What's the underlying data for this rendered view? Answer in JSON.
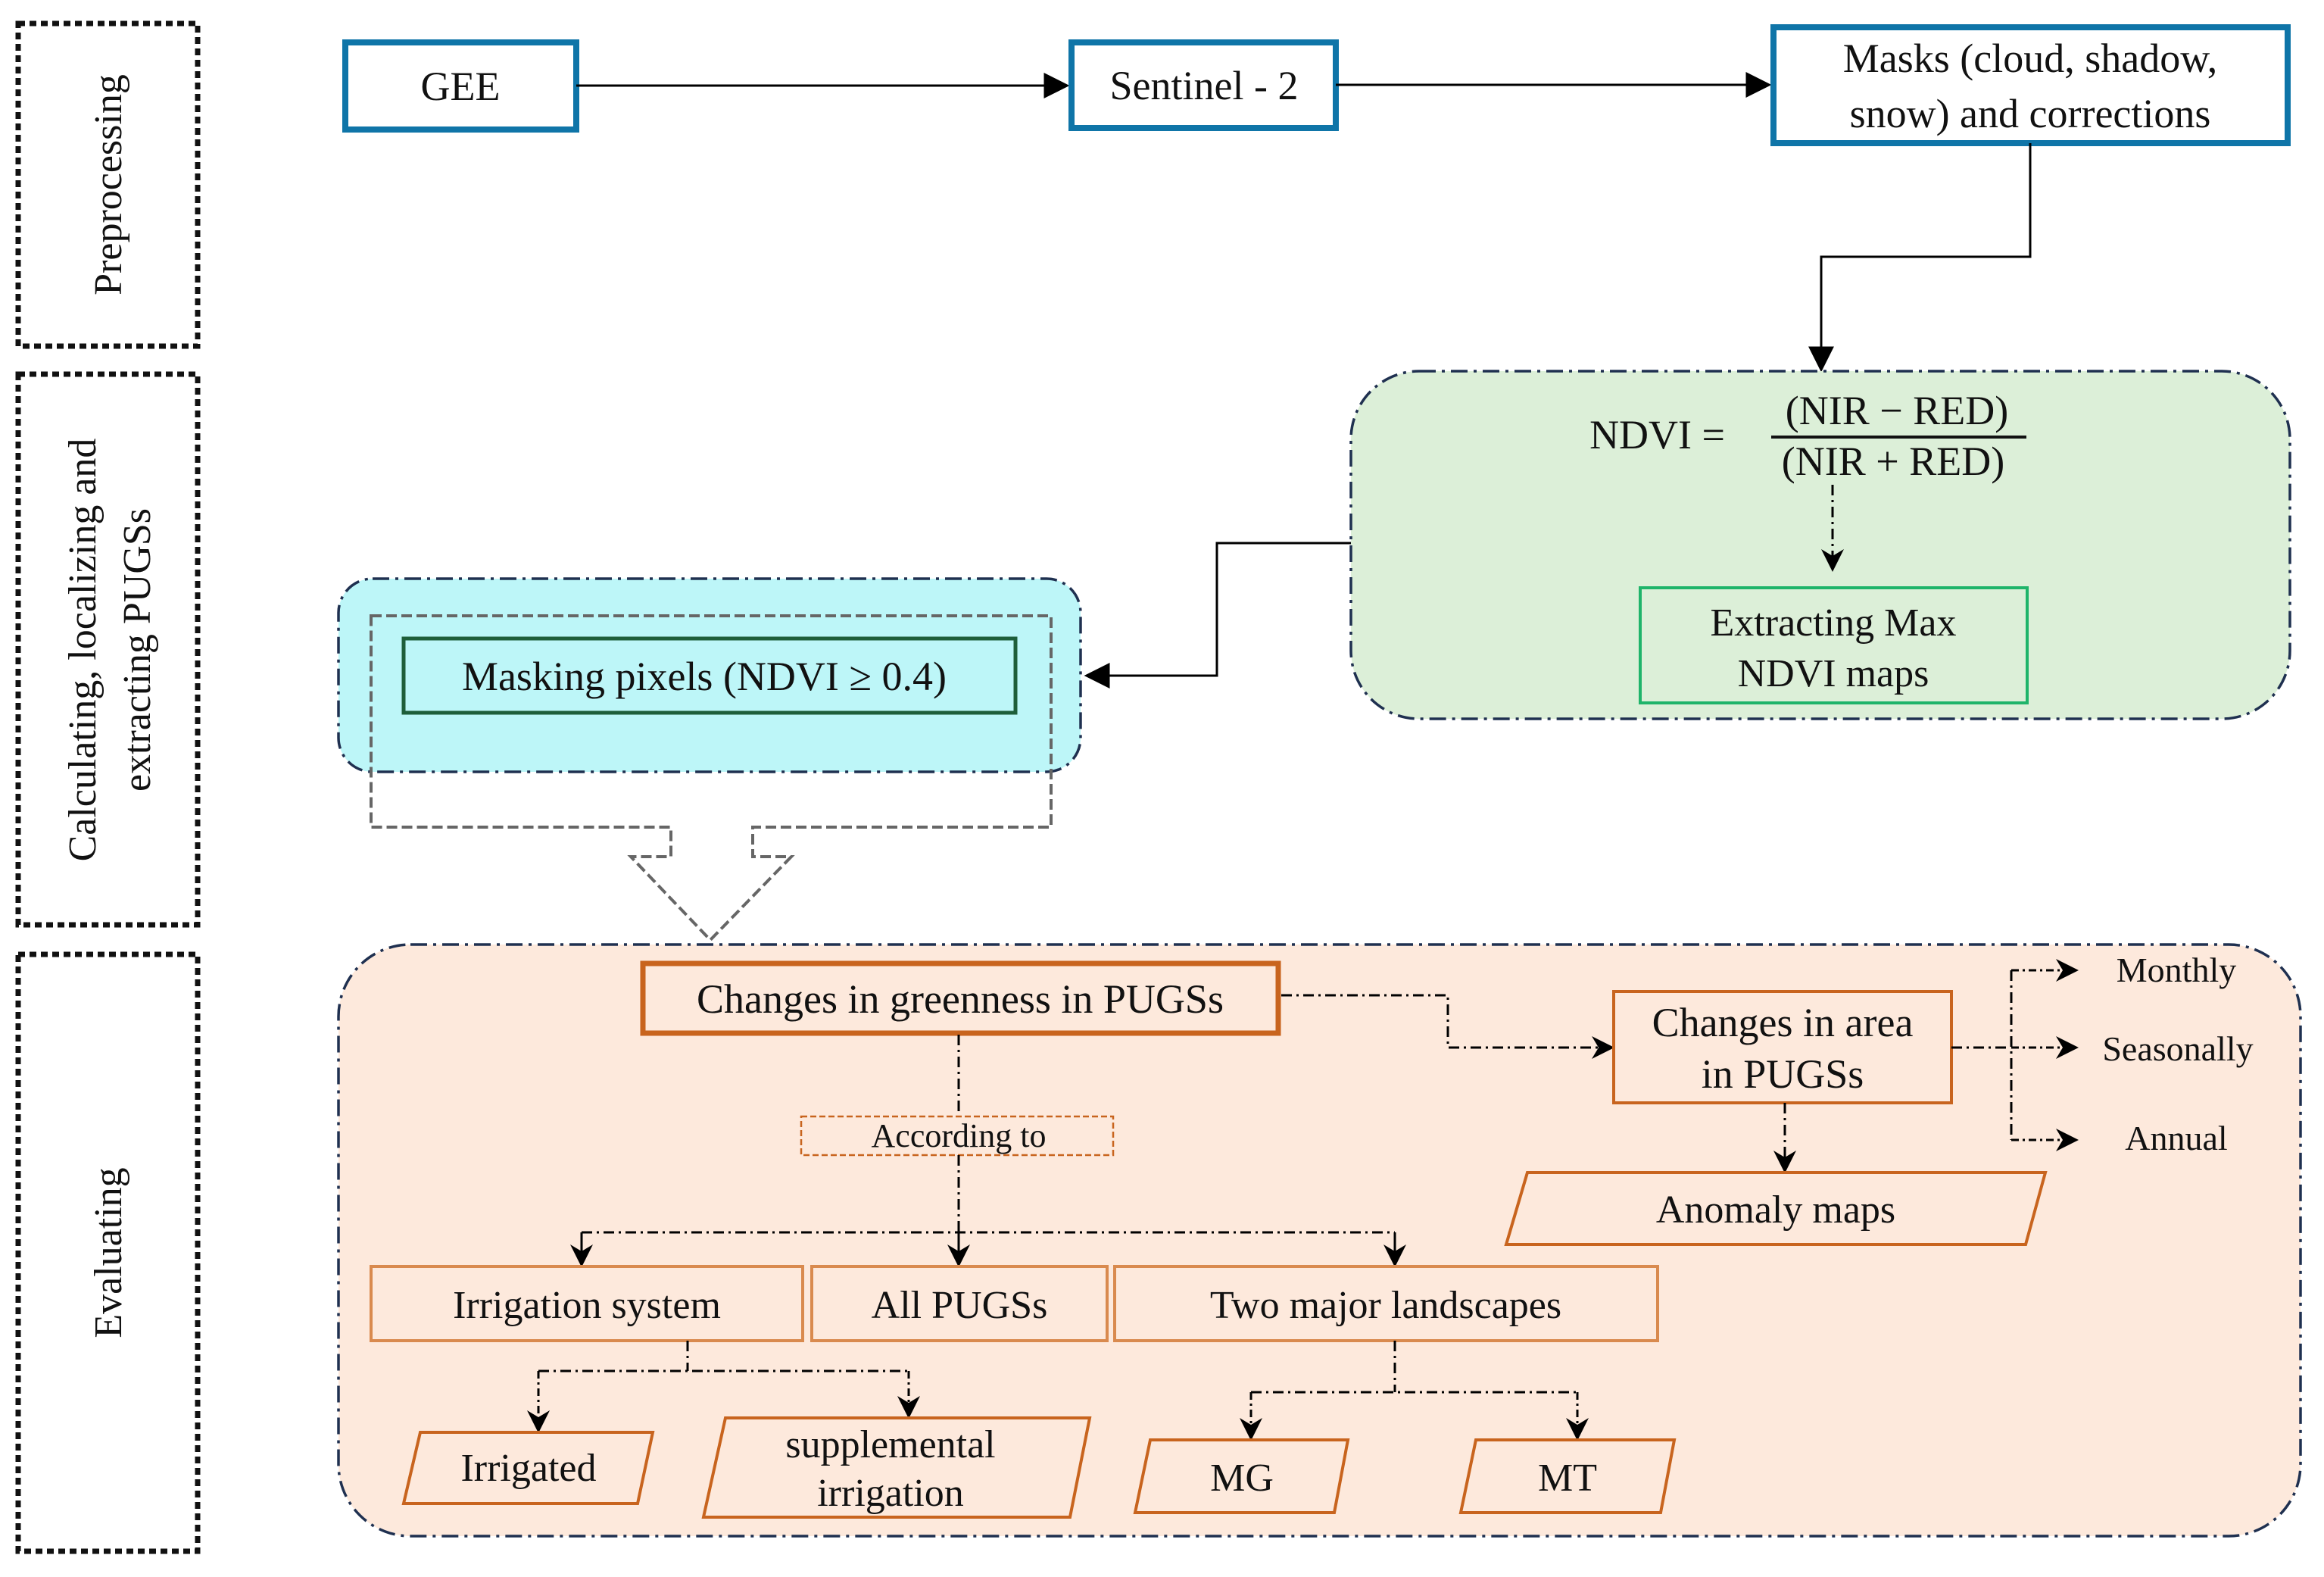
{
  "stages": [
    {
      "label": "Preprocessing"
    },
    {
      "label_lines": [
        "Calculating, localizing and",
        "extracting PUGSs"
      ]
    },
    {
      "label": "Evaluating"
    }
  ],
  "preprocessing": {
    "gee": "GEE",
    "sentinel": "Sentinel - 2",
    "masks_lines": [
      "Masks (cloud, shadow,",
      "snow) and corrections"
    ]
  },
  "ndvi": {
    "lhs": "NDVI =",
    "numerator": "(NIR − RED)",
    "denominator": "(NIR + RED)",
    "extract_lines": [
      "Extracting Max",
      "NDVI maps"
    ]
  },
  "masking": {
    "label": "Masking pixels (NDVI ≥ 0.4)"
  },
  "evaluating": {
    "greenness": "Changes in greenness in PUGSs",
    "according_to": "According to",
    "area_lines": [
      "Changes in area",
      "in PUGSs"
    ],
    "anomaly": "Anomaly maps",
    "periods": [
      "Monthly",
      "Seasonally",
      "Annual"
    ],
    "categories": [
      "Irrigation system",
      "All PUGSs",
      "Two major landscapes"
    ],
    "irrigation_types": [
      "Irrigated",
      "supplemental",
      "irrigation"
    ],
    "landscapes": [
      "MG",
      "MT"
    ]
  },
  "colors": {
    "blue_border": "#0F75A8",
    "green_fill": "#DCEFD8",
    "green_border": "#1FB46A",
    "cyan_fill": "#BDF6F8",
    "dark_green_border": "#1E5E3A",
    "orange_fill": "#FDE9DC",
    "orange_border": "#C8641E",
    "orange_light_border": "#D98A4E",
    "group_border": "#1F3050",
    "gray_dash": "#666666"
  }
}
